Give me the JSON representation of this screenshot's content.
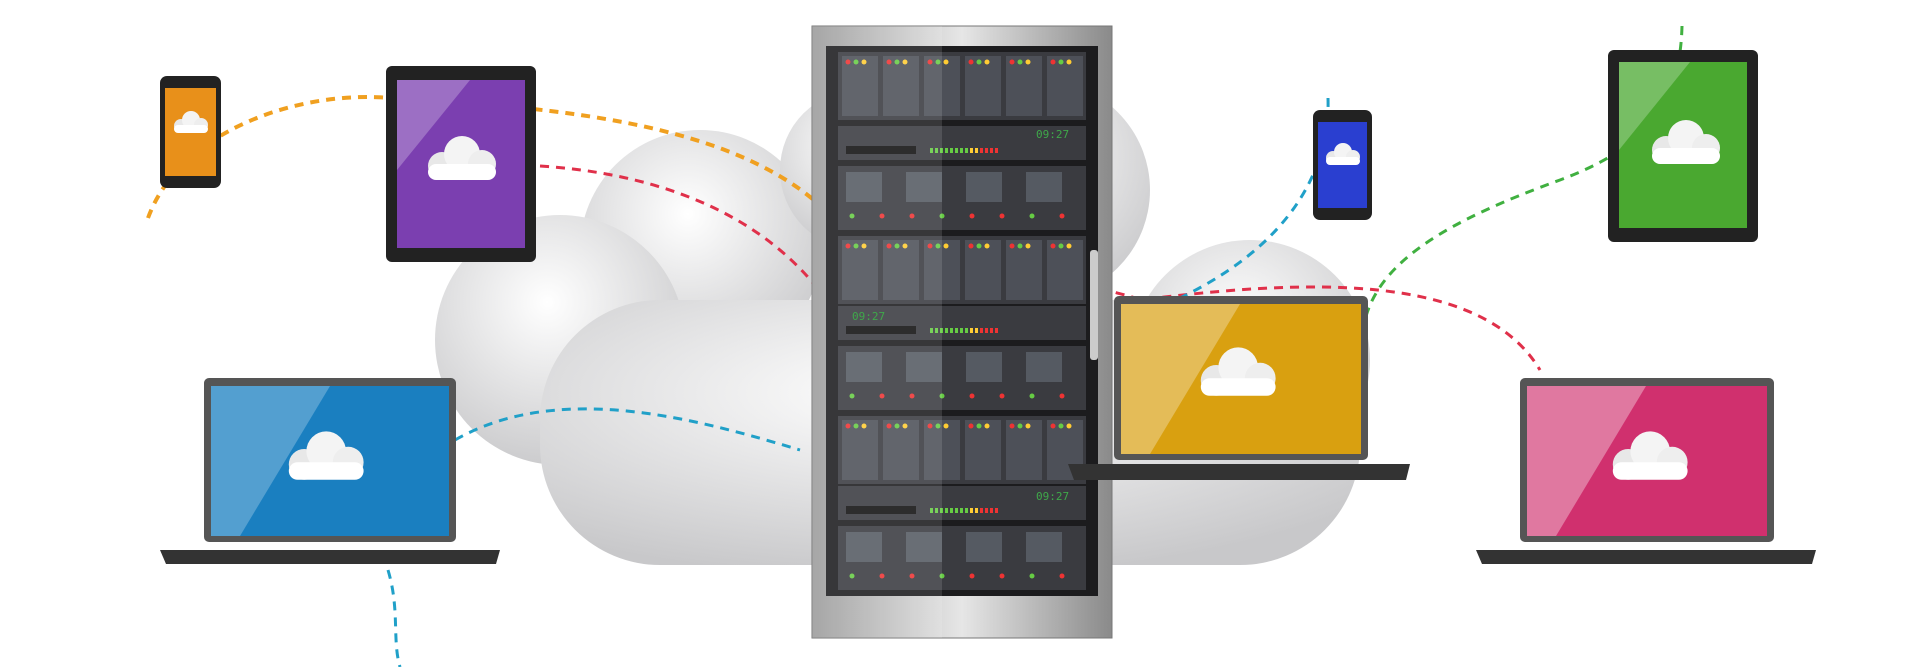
{
  "server": {
    "clock_readouts": [
      "09:27",
      "09:27",
      "09:27"
    ]
  },
  "colors": {
    "phone_left": "#e8901a",
    "tablet_left": "#7b3fb0",
    "laptop_left": "#1a7fc0",
    "phone_right": "#2a3fd0",
    "laptop_center": "#d9a010",
    "tablet_right": "#4aa830",
    "laptop_right": "#d0306e",
    "link_orange": "#f0a020",
    "link_red": "#e0304a",
    "link_blue": "#20a0c8",
    "link_green": "#40b040"
  }
}
